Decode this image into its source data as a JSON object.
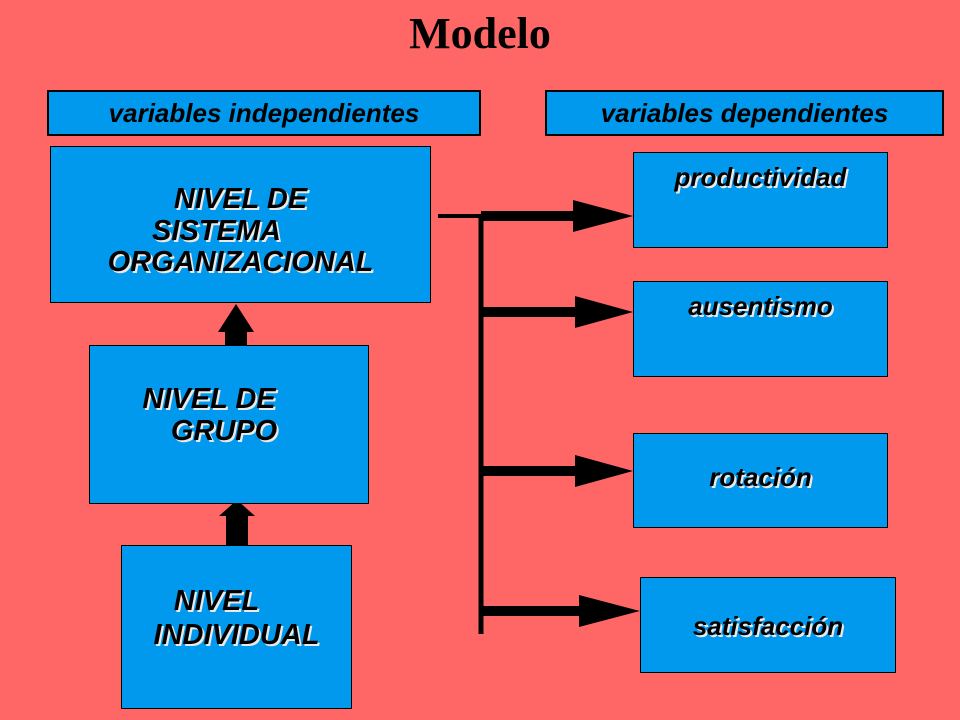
{
  "title": "Modelo",
  "headers": {
    "independent": "variables independientes",
    "dependent": "variables dependientes"
  },
  "levels": {
    "organizational": [
      "NIVEL DE",
      "SISTEMA",
      "ORGANIZACIONAL"
    ],
    "group": [
      "NIVEL DE",
      "GRUPO"
    ],
    "individual": [
      "NIVEL",
      "INDIVIDUAL"
    ]
  },
  "outcomes": [
    "productividad",
    "ausentismo",
    "rotación",
    "satisfacción"
  ],
  "colors": {
    "background": "#ff6666",
    "box_fill": "#0099ee",
    "line": "#000000"
  }
}
